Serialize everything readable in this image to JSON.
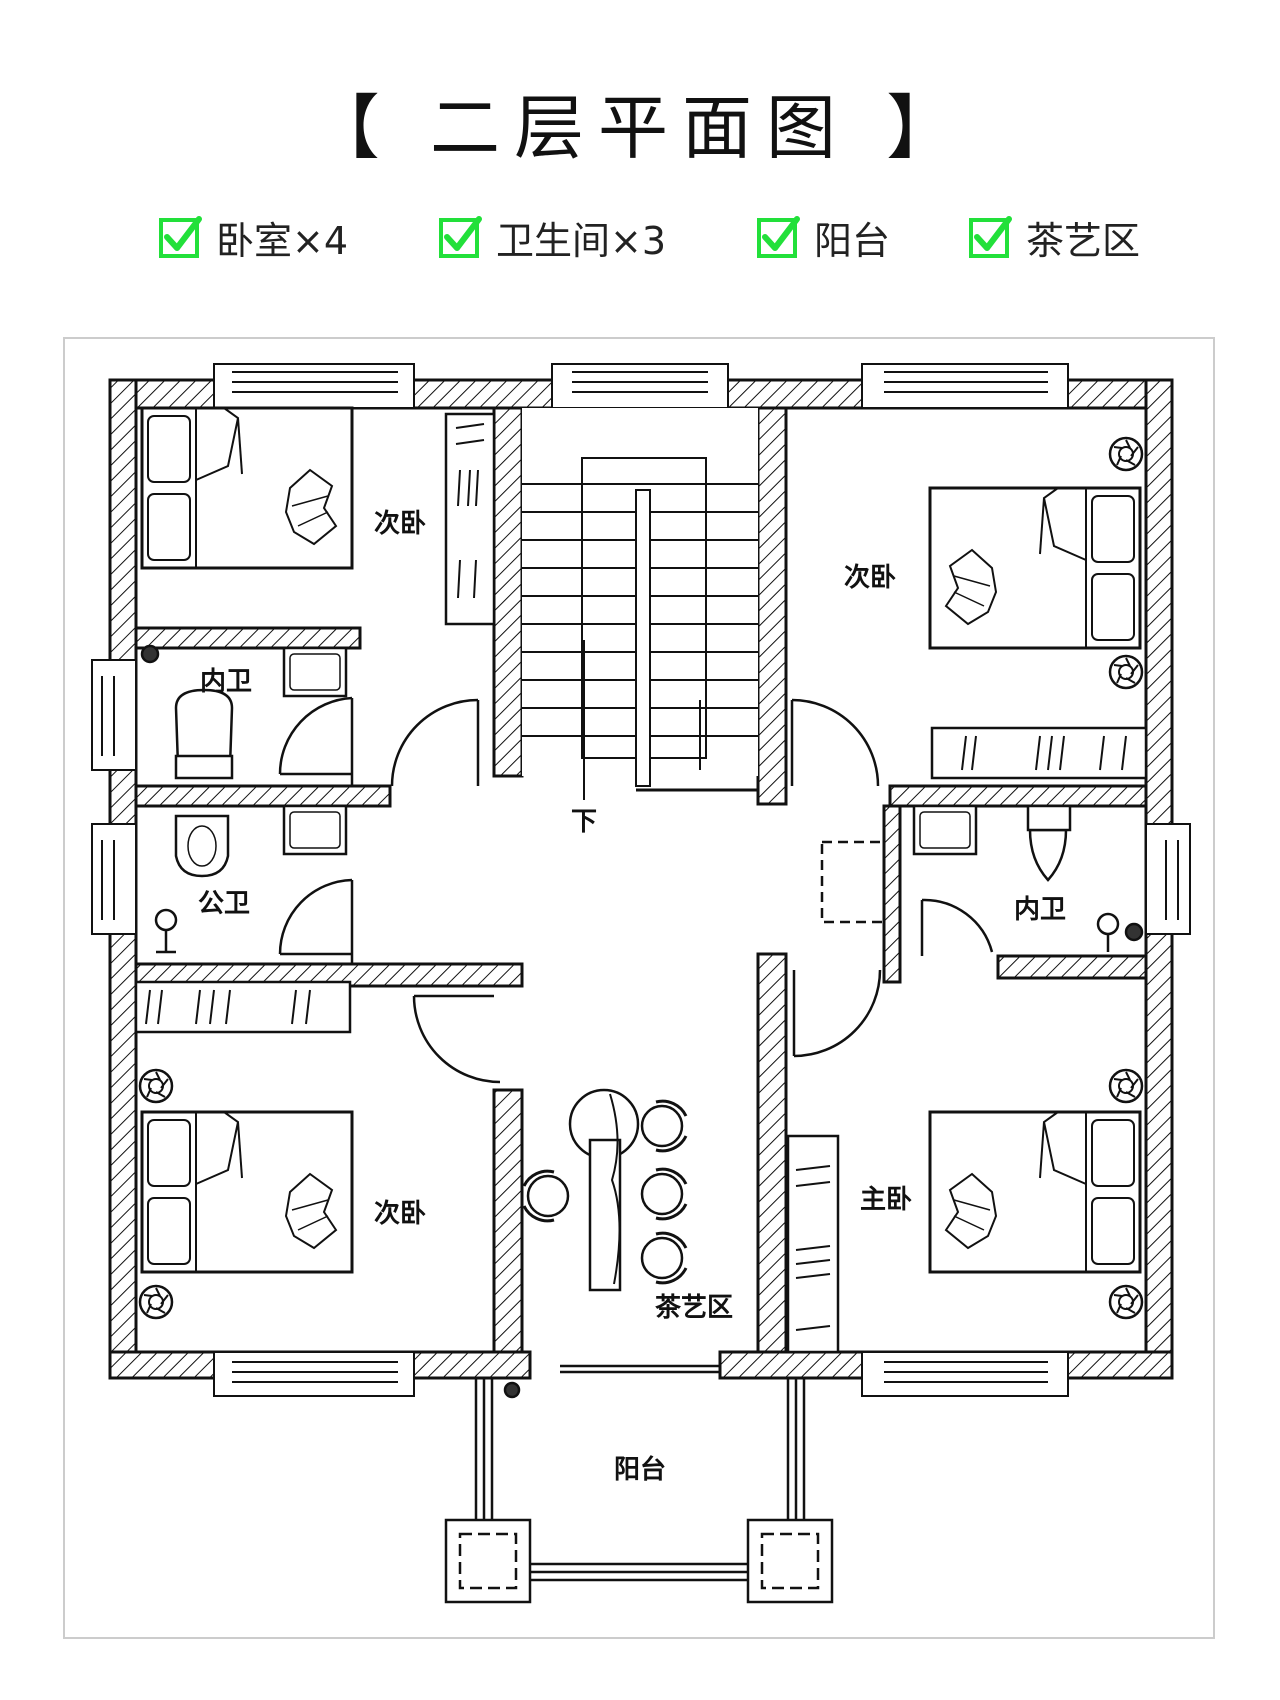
{
  "title": "【 二层平面图 】",
  "features": [
    {
      "label": "卧室×4",
      "icon": "green-check-icon"
    },
    {
      "label": "卫生间×3",
      "icon": "green-check-icon"
    },
    {
      "label": "阳台",
      "icon": "green-check-icon"
    },
    {
      "label": "茶艺区",
      "icon": "green-check-icon"
    }
  ],
  "rooms": {
    "bedroom_top_left": "次卧",
    "bedroom_top_right": "次卧",
    "bedroom_bottom_left": "次卧",
    "master_bedroom": "主卧",
    "bath_inner_left": "内卫",
    "bath_public": "公卫",
    "bath_inner_right": "内卫",
    "tea_area": "茶艺区",
    "balcony": "阳台",
    "stair_down": "下"
  },
  "colors": {
    "check_green": "#22e03a",
    "line": "#111111"
  }
}
